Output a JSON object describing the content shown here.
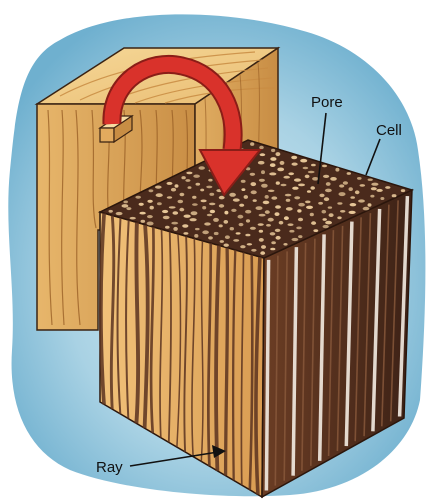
{
  "labels": {
    "pore": "Pore",
    "cell": "Cell",
    "ray": "Ray"
  },
  "colors": {
    "background_blue": "#8fc3dc",
    "wood_light": "#f0c77e",
    "wood_mid": "#d9a457",
    "wood_dark": "#5a3320",
    "end_grain": "#4a2a1c",
    "pores": "#e9c99a",
    "arrow": "#d9322b"
  }
}
